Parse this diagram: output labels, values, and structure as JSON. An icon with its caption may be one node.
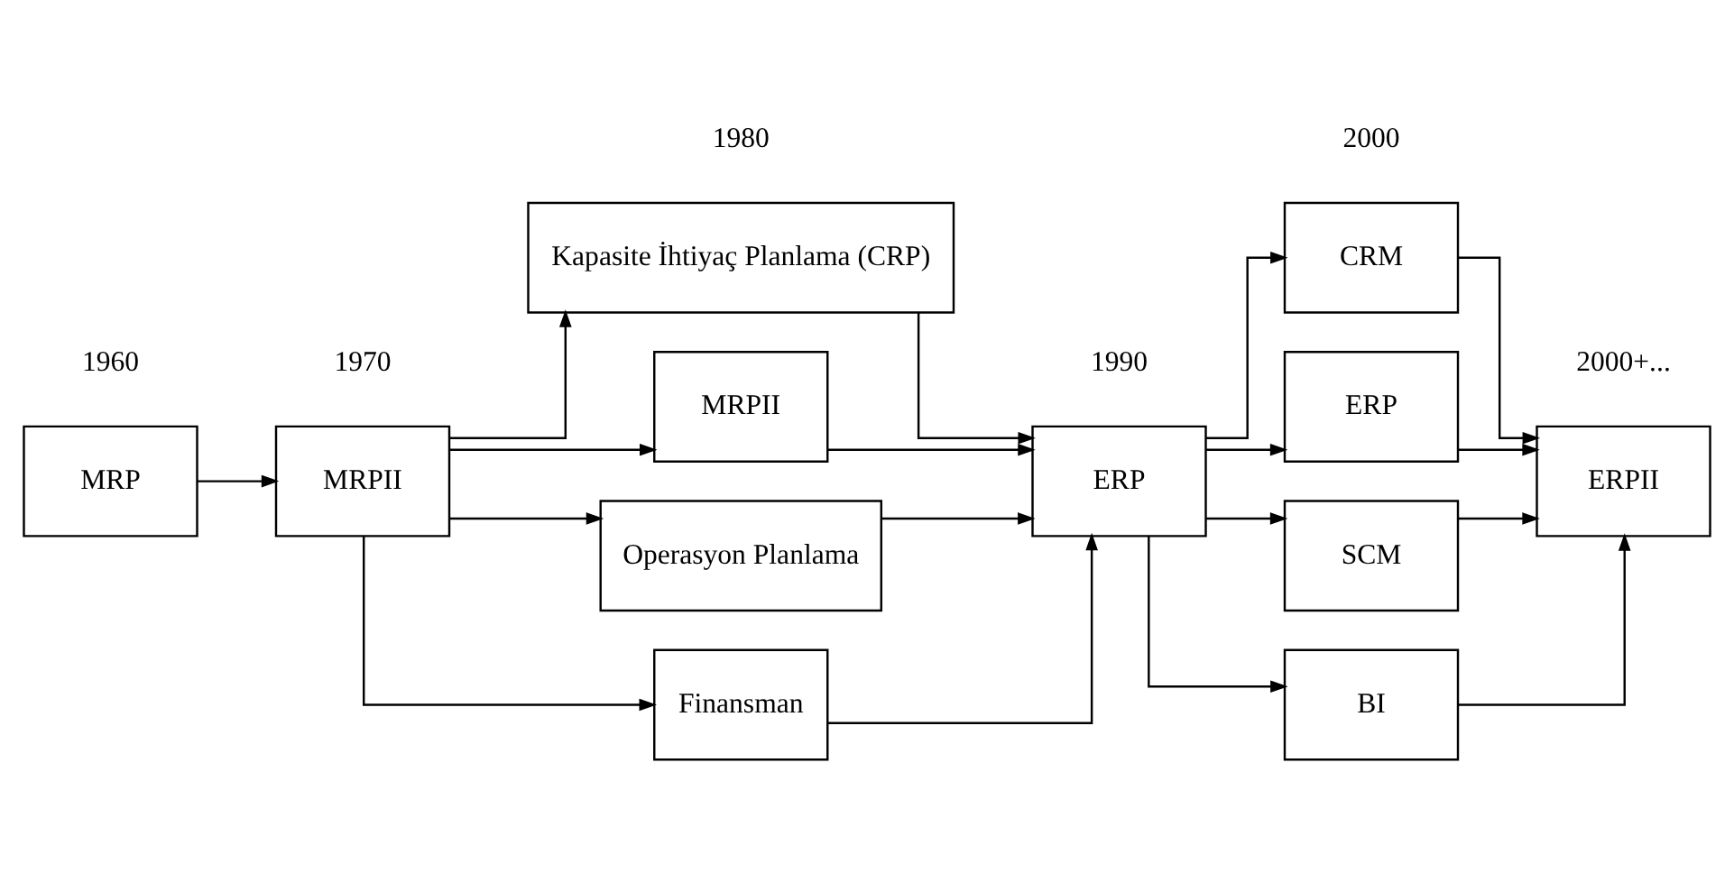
{
  "diagram": {
    "nodes": [
      {
        "text": [
          "MRP"
        ]
      },
      {
        "text": [
          "MRPII"
        ]
      },
      {
        "text": [
          "Kapasite İhtiyaç Planlama (CRP)"
        ]
      },
      {
        "text": [
          "MRPII"
        ]
      },
      {
        "text": [
          "Operasyon Planlama"
        ]
      },
      {
        "text": [
          "Finansman"
        ]
      },
      {
        "text": [
          "ERP"
        ]
      },
      {
        "text": [
          "CRM"
        ]
      },
      {
        "text": [
          "ERP"
        ]
      },
      {
        "text": [
          "SCM"
        ]
      },
      {
        "text": [
          "BI"
        ]
      },
      {
        "text": [
          "ERPII"
        ]
      }
    ],
    "edges": [
      {
        "from": 0,
        "to": 1,
        "arrow": "to"
      },
      {
        "from": 1,
        "to": 2,
        "arrow": "to"
      },
      {
        "from": 1,
        "to": 3,
        "arrow": "to"
      },
      {
        "from": 1,
        "to": 4,
        "arrow": "to"
      },
      {
        "from": 1,
        "to": 5,
        "arrow": "to"
      },
      {
        "from": 2,
        "to": 6,
        "arrow": "to"
      },
      {
        "from": 3,
        "to": 6,
        "arrow": "to"
      },
      {
        "from": 4,
        "to": 6,
        "arrow": "to"
      },
      {
        "from": 5,
        "to": 6,
        "arrow": "to"
      },
      {
        "from": 6,
        "to": 7,
        "arrow": "to"
      },
      {
        "from": 6,
        "to": 8,
        "arrow": "to"
      },
      {
        "from": 6,
        "to": 9,
        "arrow": "to"
      },
      {
        "from": 6,
        "to": 10,
        "arrow": "to"
      },
      {
        "from": 7,
        "to": 11,
        "arrow": "to"
      },
      {
        "from": 8,
        "to": 11,
        "arrow": "to"
      },
      {
        "from": 9,
        "to": 11,
        "arrow": "to"
      },
      {
        "from": 10,
        "to": 11,
        "arrow": "to"
      }
    ],
    "labels": [
      "1960",
      "1970",
      "1980",
      "1990",
      "2000",
      "2000+..."
    ]
  }
}
